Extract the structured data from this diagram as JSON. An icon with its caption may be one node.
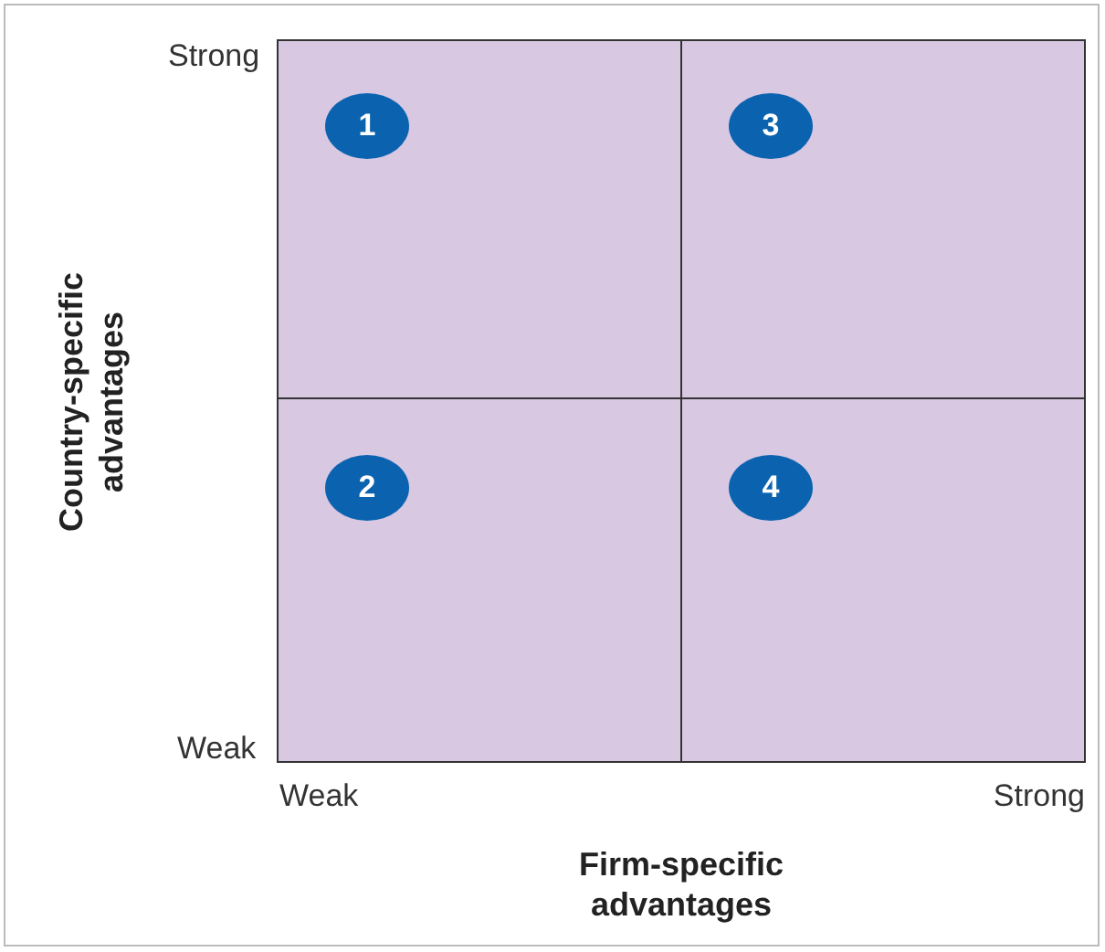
{
  "diagram": {
    "nodes": [
      {
        "text": [
          "1"
        ]
      },
      {
        "text": [
          "3"
        ]
      },
      {
        "text": [
          "2"
        ]
      },
      {
        "text": [
          "4"
        ]
      }
    ],
    "labels": [
      "Strong",
      "Country-specific advantages",
      "Weak",
      "Weak",
      "Strong",
      "Firm-specific advantages"
    ]
  }
}
